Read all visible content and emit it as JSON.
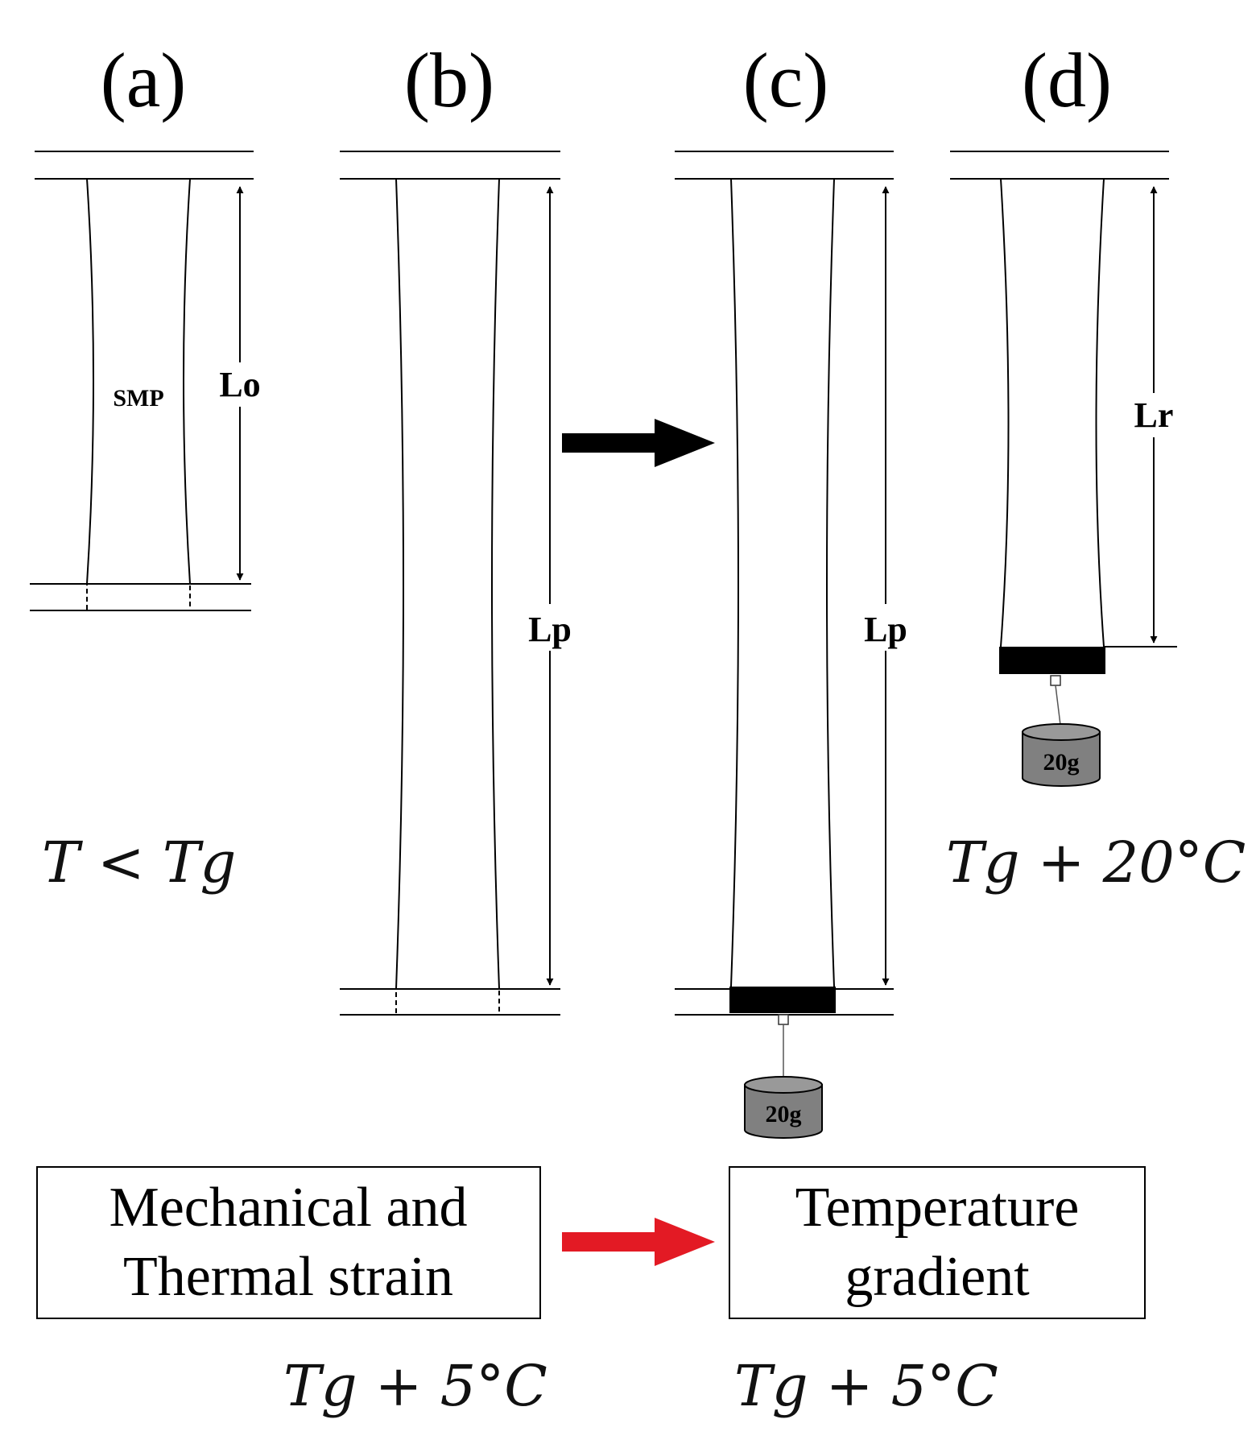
{
  "panels": {
    "a": {
      "label": "(a)",
      "dim_label": "Lo",
      "specimen_label": "SMP",
      "temp": "T < Tg"
    },
    "b": {
      "label": "(b)",
      "dim_label": "Lp"
    },
    "c": {
      "label": "(c)",
      "dim_label": "Lp",
      "mass_label": "20g"
    },
    "d": {
      "label": "(d)",
      "dim_label": "Lr",
      "mass_label": "20g",
      "temp": "Tg + 20°C"
    }
  },
  "boxes": {
    "left": {
      "line1": "Mechanical and",
      "line2": "Thermal strain",
      "temp": "Tg + 5°C"
    },
    "right": {
      "line1": "Temperature",
      "line2": "gradient",
      "temp": "Tg + 5°C"
    }
  },
  "colors": {
    "ink": "#000000",
    "weight_fill": "#808080",
    "process_arrow": "#e31a24"
  }
}
